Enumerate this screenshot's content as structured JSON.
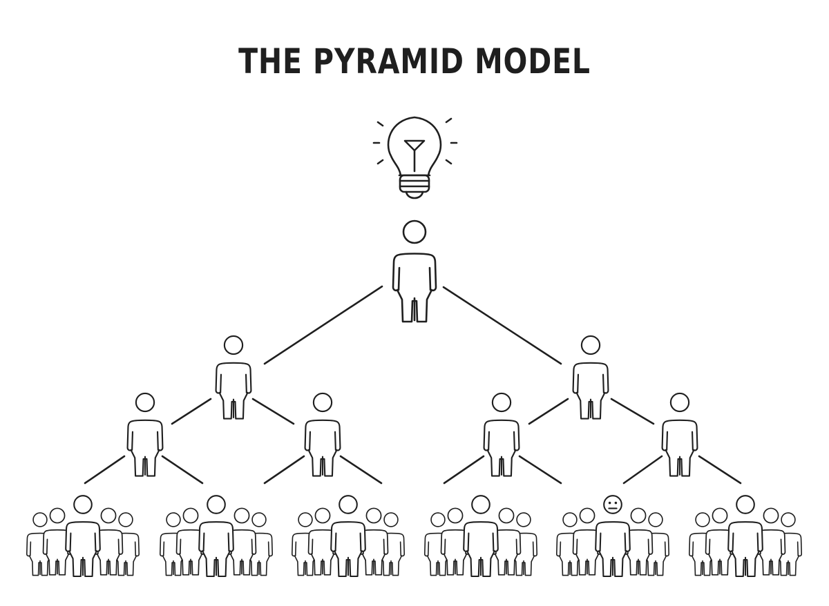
{
  "title": "THE PYRAMID MODEL",
  "ink_color": "#1f1f1f",
  "background": "#ffffff",
  "icons": [
    "lightbulb-icon",
    "person-icon",
    "crowd-icon",
    "unhappy-face-icon"
  ],
  "structure": {
    "top": "lightbulb",
    "levels": [
      1,
      2,
      4
    ],
    "crowd_groups": 6,
    "people_per_group": 5,
    "unhappy_group_index": 4
  }
}
